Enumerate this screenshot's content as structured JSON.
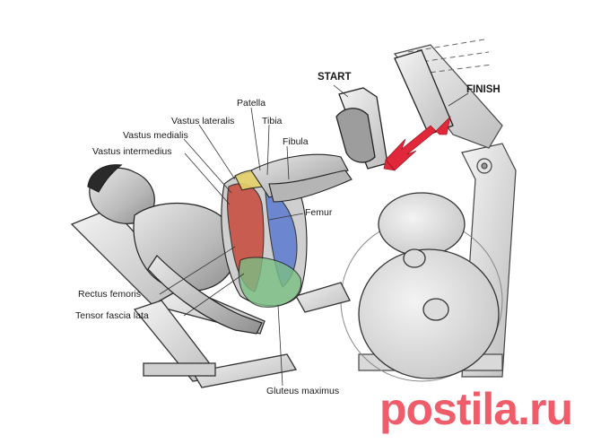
{
  "labels": {
    "start": "START",
    "finish": "FINISH",
    "patella": "Patella",
    "vastus_lateralis": "Vastus lateralis",
    "tibia": "Tibia",
    "vastus_medialis": "Vastus medialis",
    "fibula": "Fibula",
    "vastus_intermedius": "Vastus intermedius",
    "femur": "Femur",
    "rectus_femoris": "Rectus femoris",
    "tensor_fascia_lata": "Tensor fascia lata",
    "gluteus_maximus": "Gluteus maximus"
  },
  "watermark": "postila.ru",
  "colors": {
    "arrow": "#e0283a",
    "watermark": "#ef5d6b",
    "muscle_blue": "#5b7bd1",
    "muscle_red": "#c9493c",
    "muscle_yellow": "#e6d26a",
    "muscle_green": "#7bbf84"
  }
}
